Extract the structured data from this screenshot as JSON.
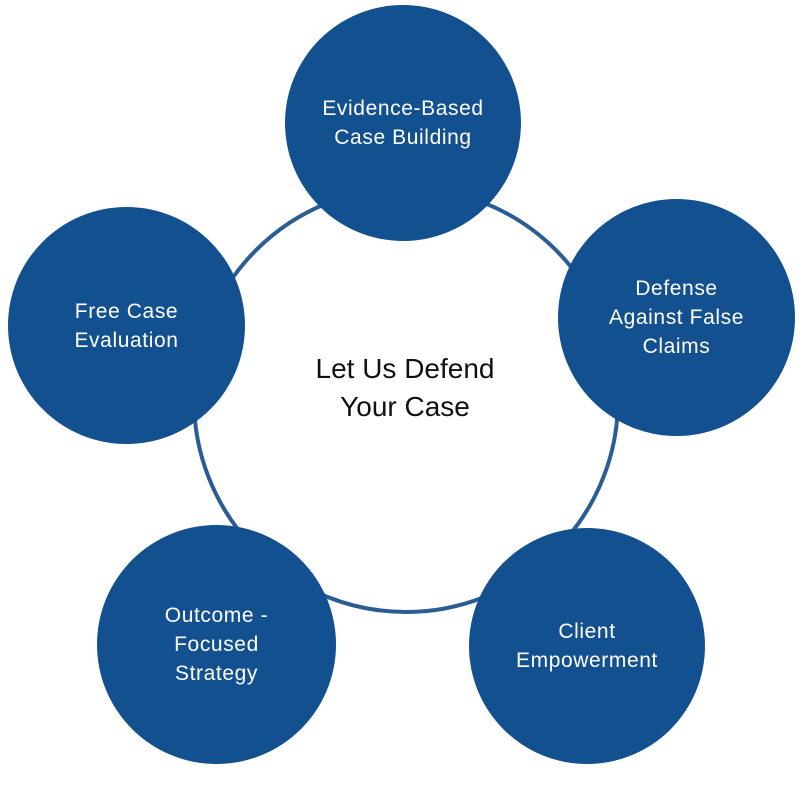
{
  "colors": {
    "node_fill": "#13508f",
    "ring_stroke": "#2b5d94",
    "center_text": "#111111",
    "node_text": "#ffffff"
  },
  "center": {
    "line1": "Let Us Defend",
    "line2": "Your Case"
  },
  "nodes": {
    "evidence": {
      "line1": "Evidence-Based",
      "line2": "Case Building"
    },
    "defense": {
      "line1": "Defense",
      "line2": "Against False",
      "line3": "Claims"
    },
    "client": {
      "line1": "Client",
      "line2": "Empowerment"
    },
    "outcome": {
      "line1": "Outcome -",
      "line2": "Focused",
      "line3": "Strategy"
    },
    "free": {
      "line1": "Free Case",
      "line2": "Evaluation"
    }
  }
}
